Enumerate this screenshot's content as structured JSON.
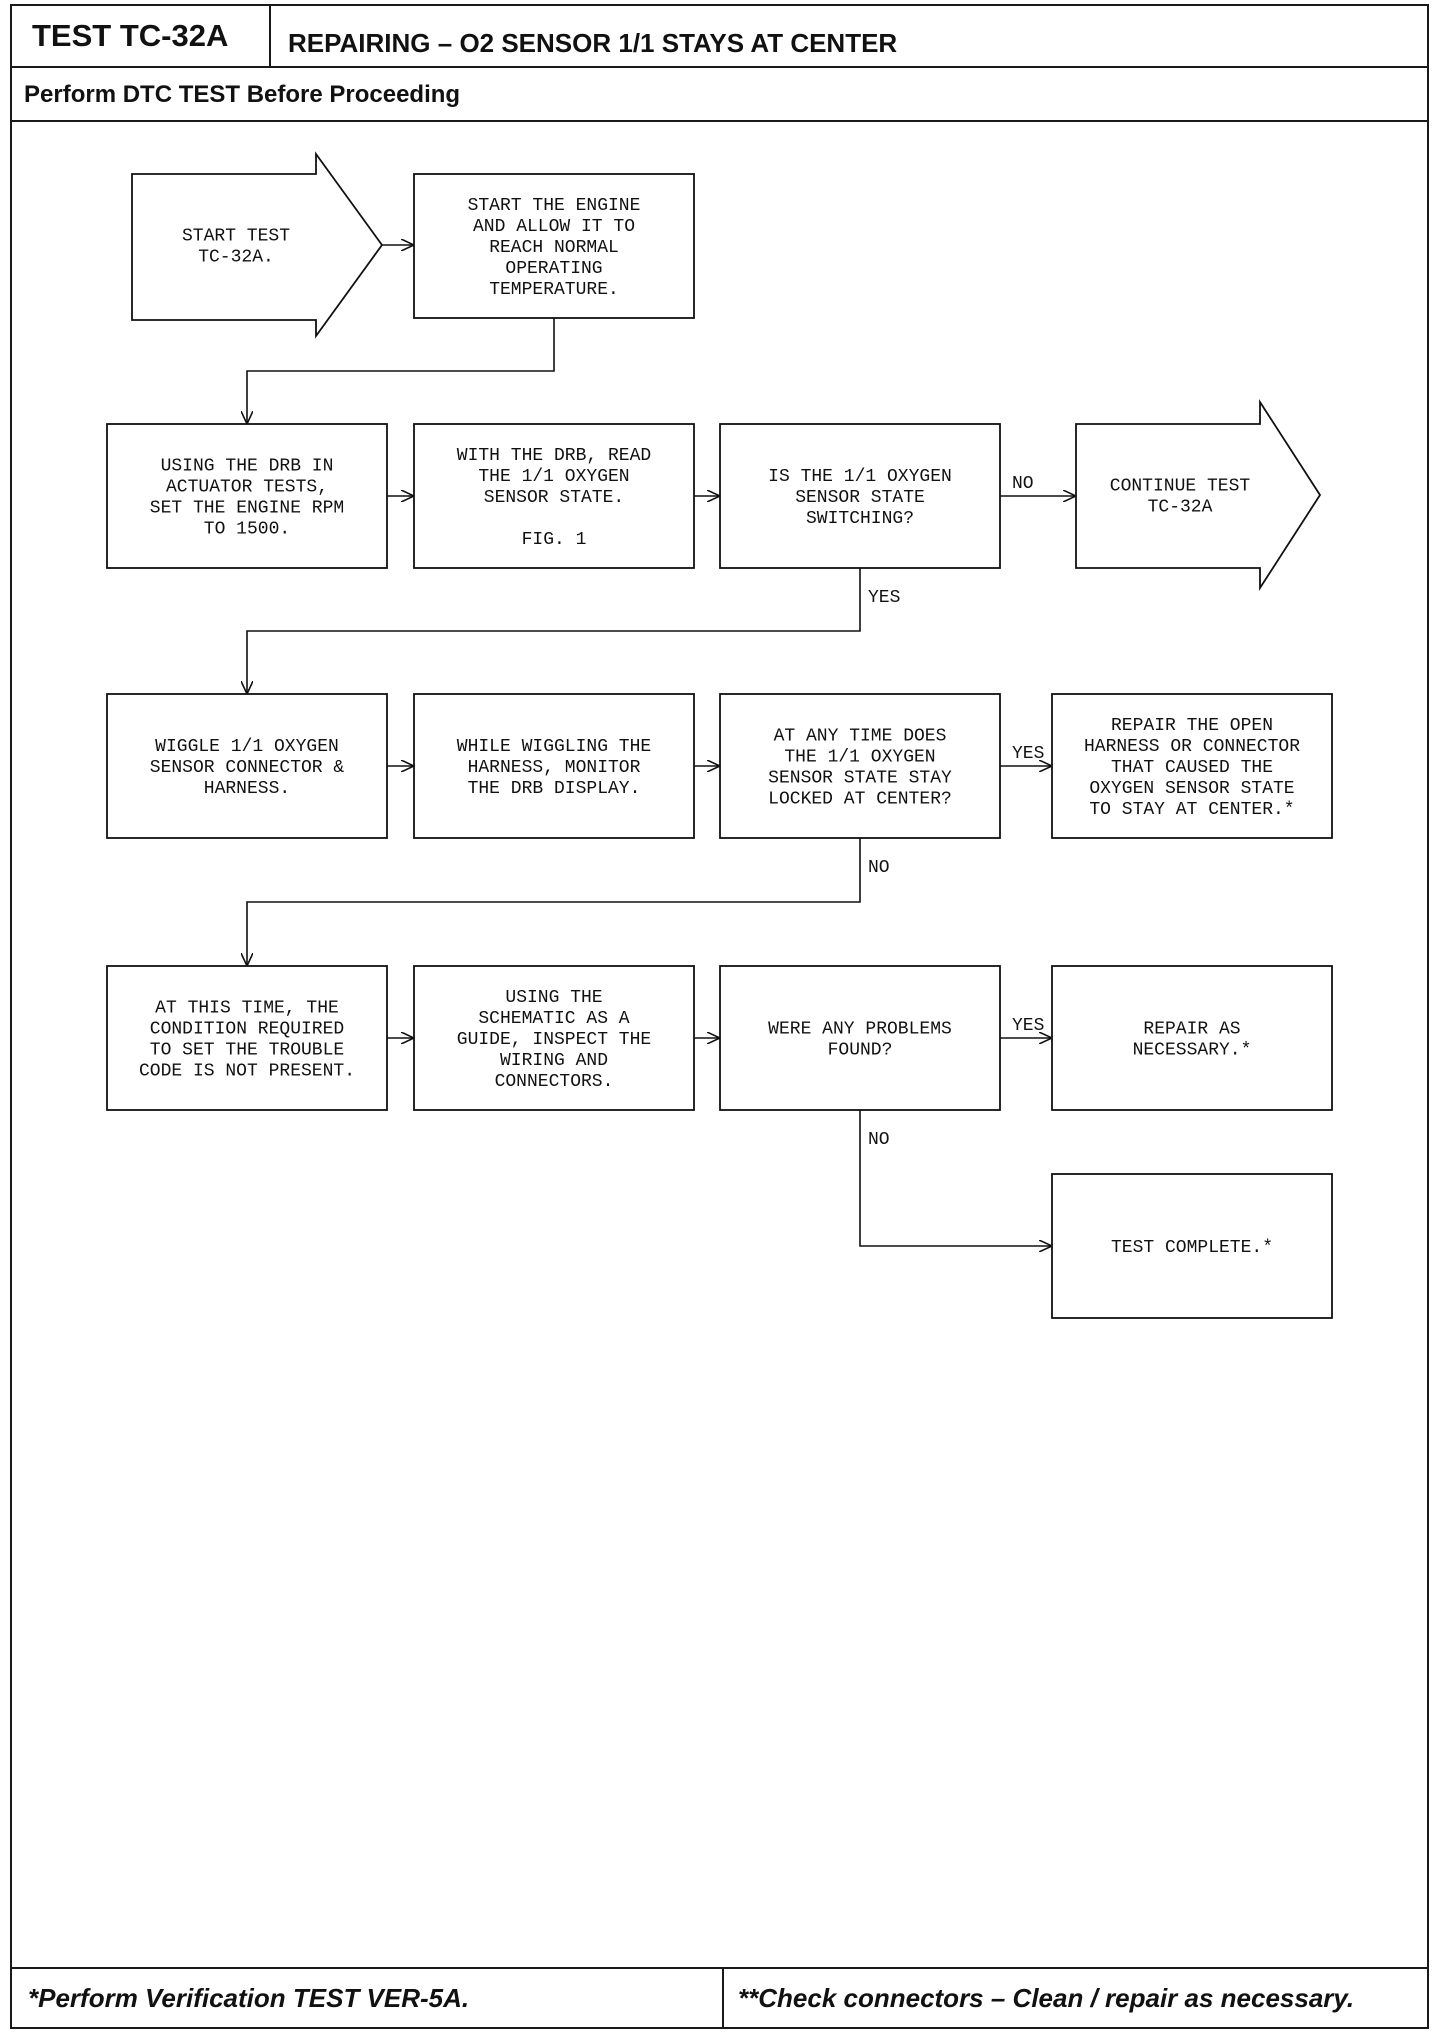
{
  "header": {
    "test_id": "TEST TC-32A",
    "title": "REPAIRING – O2 SENSOR 1/1 STAYS AT CENTER",
    "subheader": "Perform DTC TEST Before Proceeding"
  },
  "footer": {
    "left": "*Perform Verification TEST VER-5A.",
    "right": "**Check connectors – Clean / repair as necessary."
  },
  "flowchart": {
    "nodes": [
      {
        "id": "start",
        "shape": "arrow",
        "lines": [
          "START TEST",
          "TC-32A."
        ]
      },
      {
        "id": "warmup",
        "shape": "box",
        "lines": [
          "START THE ENGINE",
          "AND ALLOW IT TO",
          "REACH NORMAL",
          "OPERATING",
          "TEMPERATURE."
        ]
      },
      {
        "id": "set-rpm",
        "shape": "box",
        "lines": [
          "USING THE DRB IN",
          "ACTUATOR TESTS,",
          "SET THE ENGINE RPM",
          "TO 1500."
        ]
      },
      {
        "id": "read-state",
        "shape": "box",
        "lines": [
          "WITH THE DRB, READ",
          "THE 1/1 OXYGEN",
          "SENSOR STATE.",
          "",
          "FIG. 1"
        ]
      },
      {
        "id": "q-switching",
        "shape": "box",
        "lines": [
          "IS THE 1/1 OXYGEN",
          "SENSOR STATE",
          "SWITCHING?"
        ]
      },
      {
        "id": "continue",
        "shape": "arrow",
        "lines": [
          "CONTINUE TEST",
          "TC-32A"
        ]
      },
      {
        "id": "wiggle",
        "shape": "box",
        "lines": [
          "WIGGLE 1/1 OXYGEN",
          "SENSOR CONNECTOR &",
          "HARNESS."
        ]
      },
      {
        "id": "monitor",
        "shape": "box",
        "lines": [
          "WHILE WIGGLING THE",
          "HARNESS, MONITOR",
          "THE DRB DISPLAY."
        ]
      },
      {
        "id": "q-locked",
        "shape": "box",
        "lines": [
          "AT ANY TIME DOES",
          "THE 1/1 OXYGEN",
          "SENSOR STATE STAY",
          "LOCKED AT CENTER?"
        ]
      },
      {
        "id": "repair-open",
        "shape": "box",
        "lines": [
          "REPAIR THE OPEN",
          "HARNESS OR CONNECTOR",
          "THAT CAUSED THE",
          "OXYGEN SENSOR STATE",
          "TO STAY AT CENTER.*"
        ]
      },
      {
        "id": "not-present",
        "shape": "box",
        "lines": [
          "AT THIS TIME, THE",
          "CONDITION REQUIRED",
          "TO SET THE TROUBLE",
          "CODE IS NOT PRESENT."
        ]
      },
      {
        "id": "inspect",
        "shape": "box",
        "lines": [
          "USING THE",
          "SCHEMATIC AS A",
          "GUIDE, INSPECT THE",
          "WIRING AND",
          "CONNECTORS."
        ]
      },
      {
        "id": "q-problems",
        "shape": "box",
        "lines": [
          "WERE ANY PROBLEMS",
          "FOUND?"
        ]
      },
      {
        "id": "repair-necessary",
        "shape": "box",
        "lines": [
          "REPAIR AS",
          "NECESSARY.*"
        ]
      },
      {
        "id": "complete",
        "shape": "box",
        "lines": [
          "TEST COMPLETE.*"
        ]
      }
    ],
    "edges": [
      {
        "from": "start",
        "to": "warmup",
        "label": ""
      },
      {
        "from": "warmup",
        "to": "set-rpm",
        "label": ""
      },
      {
        "from": "set-rpm",
        "to": "read-state",
        "label": ""
      },
      {
        "from": "read-state",
        "to": "q-switching",
        "label": ""
      },
      {
        "from": "q-switching",
        "to": "continue",
        "label": "NO"
      },
      {
        "from": "q-switching",
        "to": "wiggle",
        "label": "YES"
      },
      {
        "from": "wiggle",
        "to": "monitor",
        "label": ""
      },
      {
        "from": "monitor",
        "to": "q-locked",
        "label": ""
      },
      {
        "from": "q-locked",
        "to": "repair-open",
        "label": "YES"
      },
      {
        "from": "q-locked",
        "to": "not-present",
        "label": "NO"
      },
      {
        "from": "not-present",
        "to": "inspect",
        "label": ""
      },
      {
        "from": "inspect",
        "to": "q-problems",
        "label": ""
      },
      {
        "from": "q-problems",
        "to": "repair-necessary",
        "label": "YES"
      },
      {
        "from": "q-problems",
        "to": "complete",
        "label": "NO"
      }
    ]
  }
}
